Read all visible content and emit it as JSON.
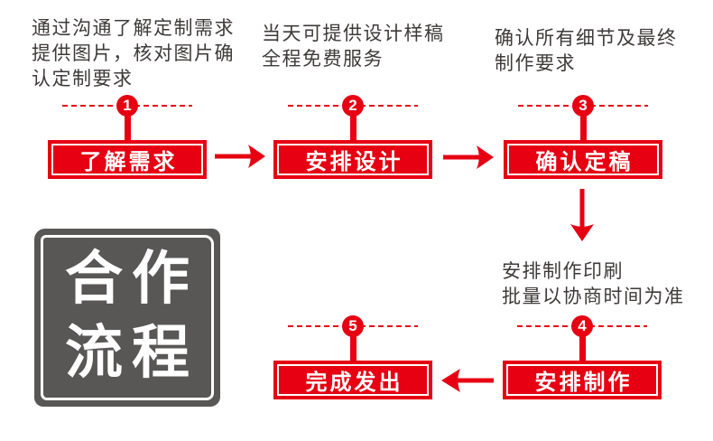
{
  "colors": {
    "accent_red": "#e60012",
    "text_dark": "#3e3a39",
    "stamp_gray": "#595656",
    "label_white": "#ffffff"
  },
  "stamp": {
    "line1": "合作",
    "line2": "流程"
  },
  "steps": [
    {
      "num": "1",
      "label": "了解需求",
      "desc": [
        "通过沟通了解定制需求",
        "提供图片，核对图片确",
        "认定制要求"
      ]
    },
    {
      "num": "2",
      "label": "安排设计",
      "desc": [
        "当天可提供设计样稿",
        "全程免费服务"
      ]
    },
    {
      "num": "3",
      "label": "确认定稿",
      "desc": [
        "确认所有细节及最终",
        "制作要求"
      ]
    },
    {
      "num": "4",
      "label": "安排制作",
      "desc": [
        "安排制作印刷",
        "批量以协商时间为准"
      ]
    },
    {
      "num": "5",
      "label": "完成发出",
      "desc": []
    }
  ],
  "icons": {
    "forward": "arrow-right",
    "down": "arrow-down",
    "back": "arrow-left",
    "seal": "cooperation-process-stamp"
  }
}
